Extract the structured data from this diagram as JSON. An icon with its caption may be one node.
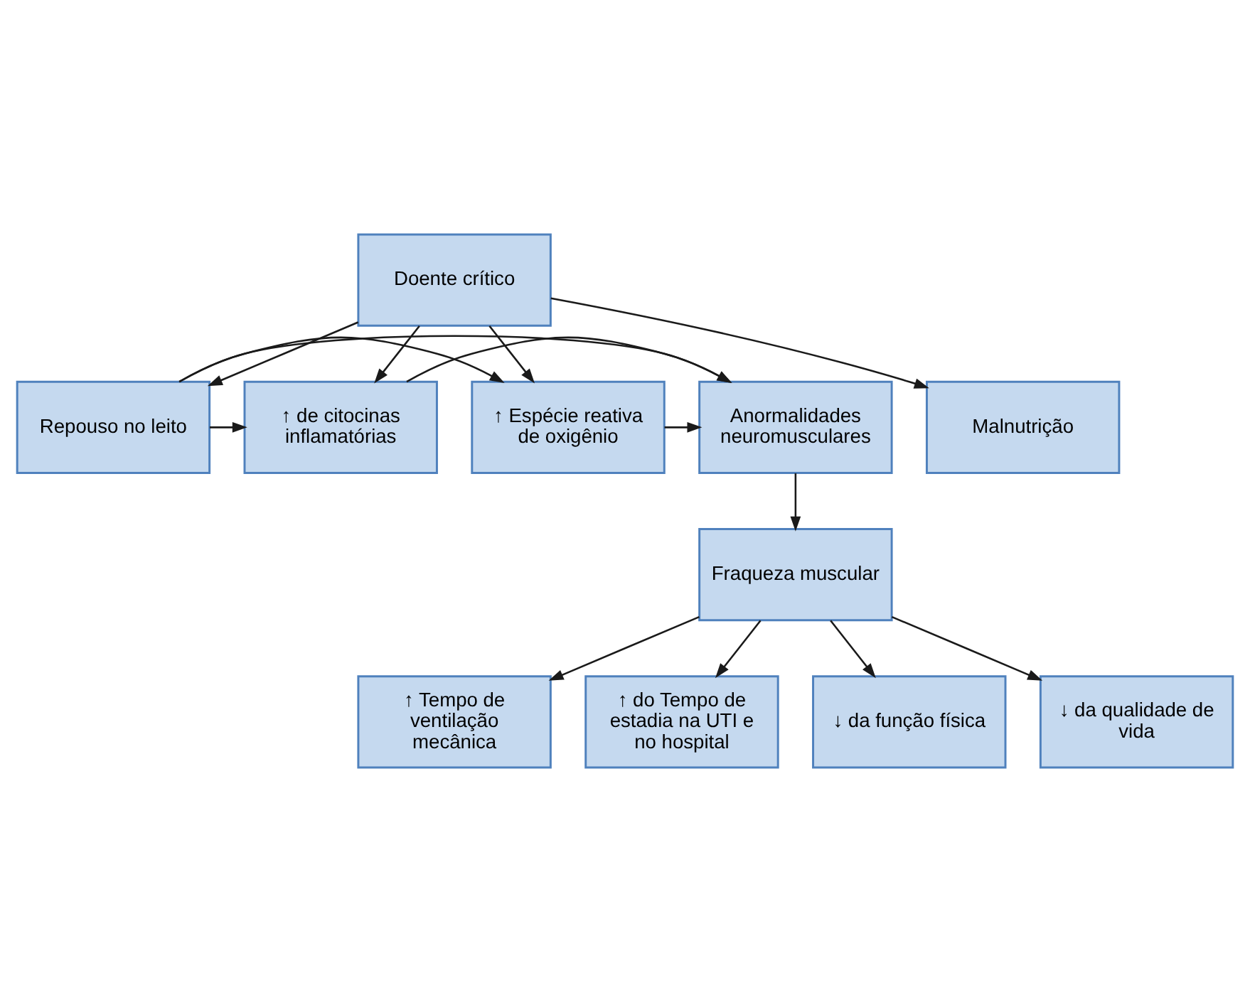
{
  "diagram": {
    "nodes": [
      {
        "text": [
          "Doente crítico"
        ]
      },
      {
        "text": [
          "↑ Espécie reativa de oxigênio"
        ]
      },
      {
        "text": [
          "Repouso no leito"
        ]
      },
      {
        "text": [
          "↑ de citocinas inflamatórias"
        ]
      },
      {
        "text": [
          "Malnutrição"
        ]
      },
      {
        "text": [
          "Anormalidades neuromusculares"
        ]
      },
      {
        "text": [
          "Fraqueza muscular"
        ]
      },
      {
        "text": [
          "↑ Tempo de ventilação mecânica"
        ]
      },
      {
        "text": [
          "↑ do Tempo de estadia na UTI e no hospital"
        ]
      },
      {
        "text": [
          "↓ da função física"
        ]
      },
      {
        "text": [
          "↓ da qualidade de vida"
        ]
      }
    ],
    "edges": [
      {
        "from": 0,
        "to": 1,
        "arrow": "to"
      },
      {
        "from": 0,
        "to": 2,
        "arrow": "to"
      },
      {
        "from": 0,
        "to": 3,
        "arrow": "to"
      },
      {
        "from": 0,
        "to": 4,
        "arrow": "to"
      },
      {
        "from": 2,
        "to": 1,
        "arrow": "to"
      },
      {
        "from": 2,
        "to": 3,
        "arrow": "to"
      },
      {
        "from": 1,
        "to": 5,
        "arrow": "to"
      },
      {
        "from": 2,
        "to": 5,
        "arrow": "to"
      },
      {
        "from": 3,
        "to": 5,
        "arrow": "to"
      },
      {
        "from": 5,
        "to": 6,
        "arrow": "to"
      },
      {
        "from": 6,
        "to": 7,
        "arrow": "to"
      },
      {
        "from": 6,
        "to": 8,
        "arrow": "to"
      },
      {
        "from": 6,
        "to": 9,
        "arrow": "to"
      },
      {
        "from": 6,
        "to": 10,
        "arrow": "to"
      }
    ]
  }
}
